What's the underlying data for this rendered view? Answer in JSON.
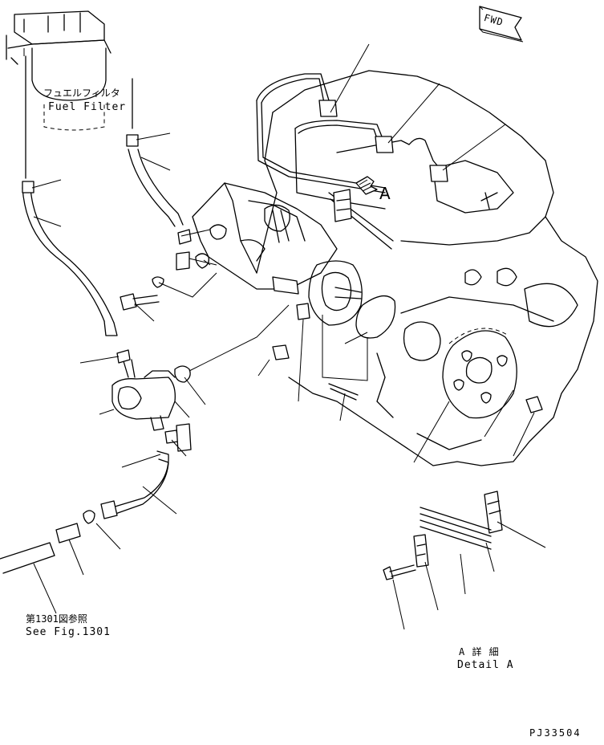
{
  "labels": {
    "fwd": "FWD",
    "filter_jp": "フュエルフィルタ",
    "filter_en": "Fuel Filter",
    "view_marker": "A",
    "ref_jp": "第1301図参照",
    "ref_en": "See Fig.1301",
    "detail_jp": "A 詳 細",
    "detail_en": "Detail A",
    "drawing_code": "PJ33504"
  }
}
